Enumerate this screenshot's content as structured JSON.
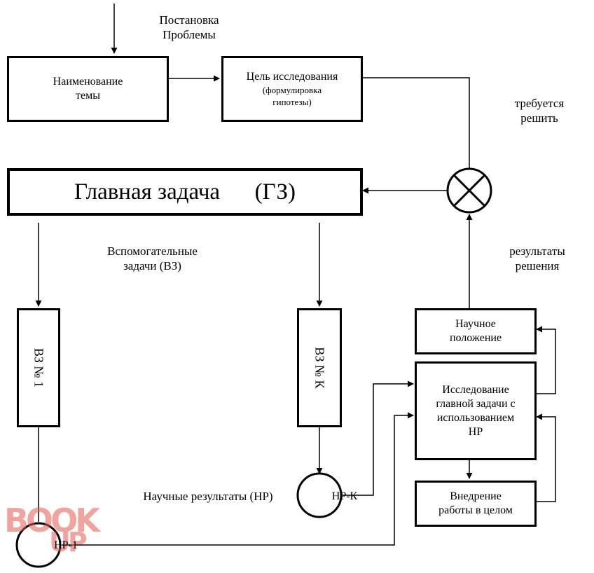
{
  "labels": {
    "problem_line1": "Постановка",
    "problem_line2": "Проблемы",
    "requires_line1": "требуется",
    "requires_line2": "решить",
    "aux_line1": "Вспомогательные",
    "aux_line2": "задачи (ВЗ)",
    "results_line1": "результаты",
    "results_line2": "решения",
    "scientific_results": "Научные результаты (НР)"
  },
  "boxes": {
    "topic_line1": "Наименование",
    "topic_line2": "темы",
    "goal_line1": "Цель исследования",
    "goal_line2": "(формулировка",
    "goal_line3": "гипотезы)",
    "main_task": "Главная задача      (ГЗ)",
    "vz1": "ВЗ № 1",
    "vzk": "ВЗ № К",
    "position_line1": "Научное",
    "position_line2": "положение",
    "research_line1": "Исследование",
    "research_line2": "главной задачи с",
    "research_line3": "использованием",
    "research_line4": "НР",
    "impl_line1": "Внедрение",
    "impl_line2": "работы в целом"
  },
  "nodes": {
    "nrk": "НР-К",
    "nr1": "НР-1",
    "summing_junction": "summing-junction-icon"
  },
  "watermark": {
    "line1": "BOOK",
    "line2": "UP",
    "color": "#e15a50"
  }
}
